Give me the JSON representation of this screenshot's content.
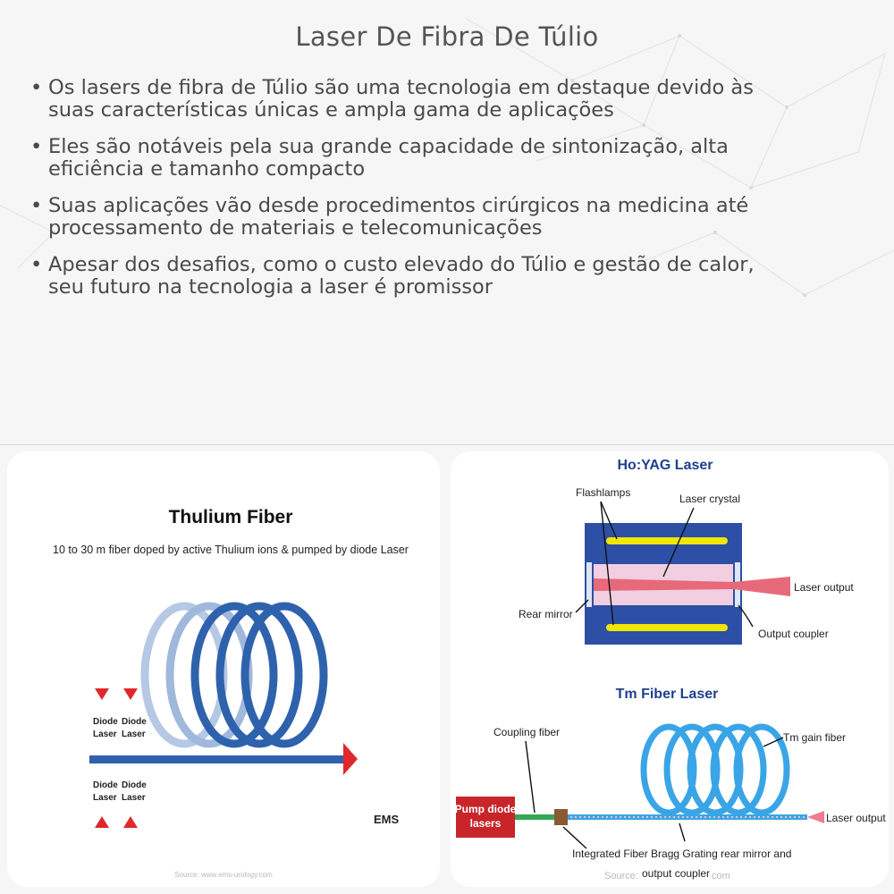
{
  "page": {
    "title": "Laser De Fibra De Túlio",
    "bullets": [
      {
        "line1": "Os lasers de fibra de Túlio são uma tecnologia em destaque devido às",
        "line2": "suas características únicas e ampla gama de aplicações"
      },
      {
        "line1": "Eles são notáveis pela sua grande capacidade de sintonização, alta",
        "line2": "eficiência e tamanho compacto"
      },
      {
        "line1": "Suas aplicações vão desde procedimentos cirúrgicos na medicina até",
        "line2": "processamento de materiais e telecomunicações"
      },
      {
        "line1": "Apesar dos desafios, como o custo elevado do Túlio e gestão de calor,",
        "line2": "seu futuro na tecnologia a laser é promissor"
      }
    ],
    "bullet_symbol": "•"
  },
  "left_figure": {
    "title": "Thulium Fiber",
    "subtitle": "10 to 30 m fiber doped by active Thulium ions & pumped by diode Laser",
    "diode_word": "Diode",
    "laser_word": "Laser",
    "logo": "EMS",
    "source": "Source: www.ems-urology.com",
    "colors": {
      "fiber": "#2f62ad",
      "fiber_faded": "#b5c8e4",
      "arrow": "#e0282c",
      "diode": "#e0282c"
    }
  },
  "right_figure": {
    "hoyag": {
      "title": "Ho:YAG Laser",
      "flashlamps": "Flashlamps",
      "crystal": "Laser crystal",
      "rear_mirror": "Rear mirror",
      "laser_output": "Laser output",
      "output_coupler": "Output  coupler"
    },
    "tm": {
      "title": "Tm Fiber Laser",
      "coupling_fiber": "Coupling fiber",
      "gain_fiber": "Tm gain fiber",
      "pump_line1": "Pump diode",
      "pump_line2": "lasers",
      "laser_output": "Laser output",
      "grating_line1": "Integrated Fiber Bragg Grating rear mirror and",
      "grating_line2": "output coupler"
    },
    "source": "Source:",
    "source_tail": "com",
    "colors": {
      "title": "#1f3f8f",
      "housing": "#2d4fa6",
      "lamp": "#f0e600",
      "crystal": "#f2cfe0",
      "beam": "#e86a7a",
      "pump": "#c8252b",
      "coil": "#3aa5e6",
      "green": "#35a855",
      "block": "#8a5a32"
    }
  }
}
